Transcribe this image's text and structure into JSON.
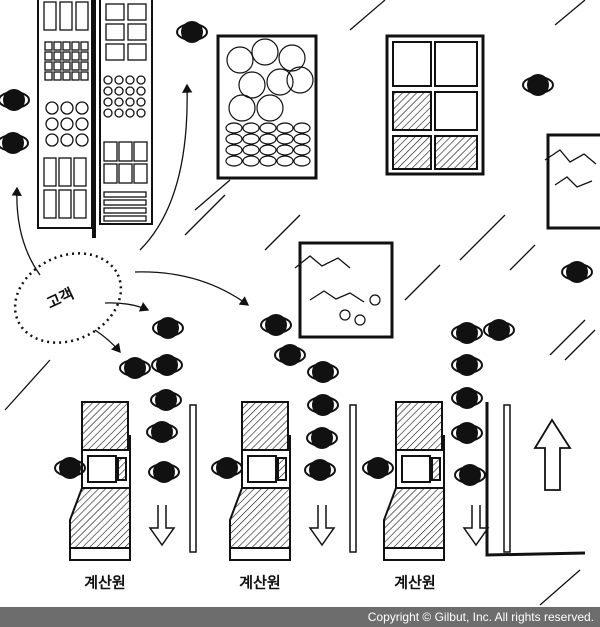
{
  "diagram": {
    "customer_label": "고객",
    "cashier_labels": [
      "계산원",
      "계산원",
      "계산원"
    ]
  },
  "footer": {
    "copyright": "Copyright © Gilbut, Inc. All rights reserved."
  },
  "colors": {
    "ink": "#111111",
    "footer_bg": "#6d6d6d",
    "footer_text": "#ffffff"
  }
}
